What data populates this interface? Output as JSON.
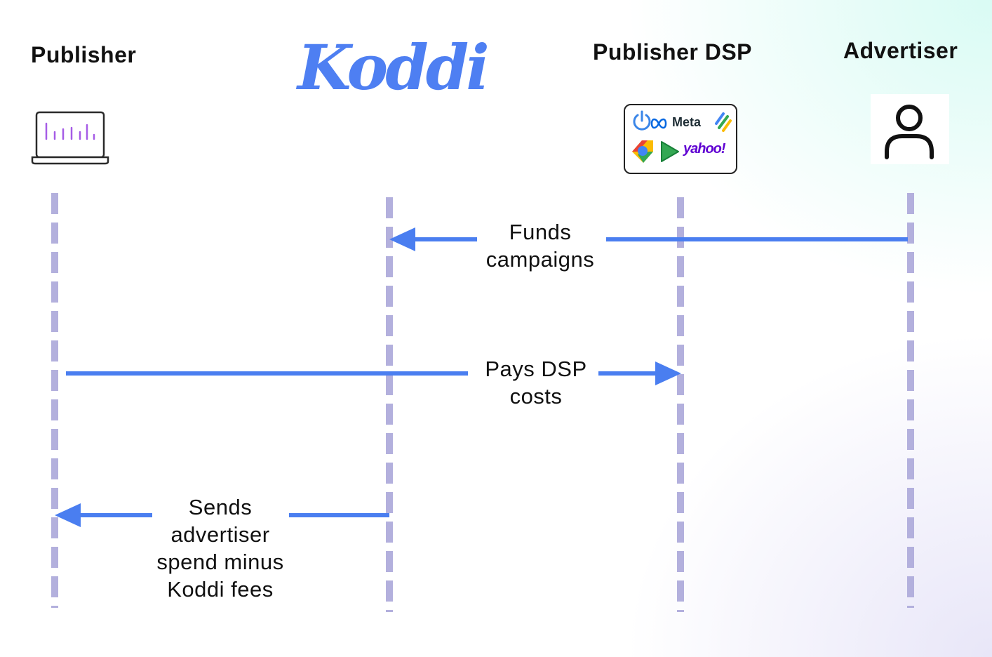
{
  "actors": {
    "publisher": "Publisher",
    "koddi": "Koddi",
    "publisher_dsp": "Publisher DSP",
    "advertiser": "Advertiser"
  },
  "dsp_logos": {
    "meta": "Meta",
    "yahoo": "yahoo!"
  },
  "messages": [
    {
      "from": "Advertiser",
      "to": "Koddi",
      "lines": [
        "Funds",
        "campaigns"
      ]
    },
    {
      "from": "Publisher",
      "to": "Publisher DSP",
      "lines": [
        "Pays DSP",
        "costs"
      ]
    },
    {
      "from": "Koddi",
      "to": "Publisher",
      "lines": [
        "Sends",
        "advertiser",
        "spend minus",
        "Koddi fees"
      ]
    }
  ],
  "colors": {
    "arrow": "#4a7ef0",
    "lifeline": "#b3b0dd",
    "logo": "#4e7ff2",
    "chart_icon": "#a65ce6"
  },
  "icons": {
    "publisher": "laptop-chart-icon",
    "advertiser": "user-icon"
  }
}
